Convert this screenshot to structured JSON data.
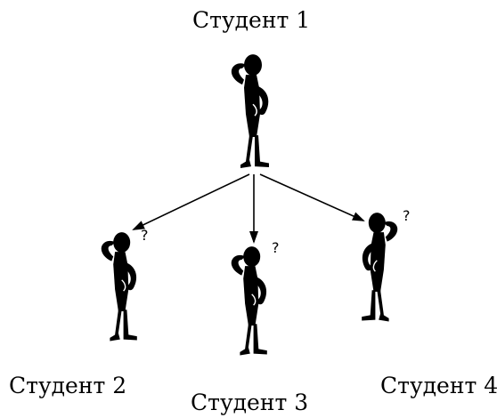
{
  "students": [
    {
      "label": "Студент 1"
    },
    {
      "label": "Студент 2"
    },
    {
      "label": "Студент 3"
    },
    {
      "label": "Студент 4"
    }
  ],
  "question_mark": "?",
  "edges": [
    {
      "from": "Студент 1",
      "to": "Студент 2"
    },
    {
      "from": "Студент 1",
      "to": "Студент 3"
    },
    {
      "from": "Студент 1",
      "to": "Студент 4"
    }
  ]
}
